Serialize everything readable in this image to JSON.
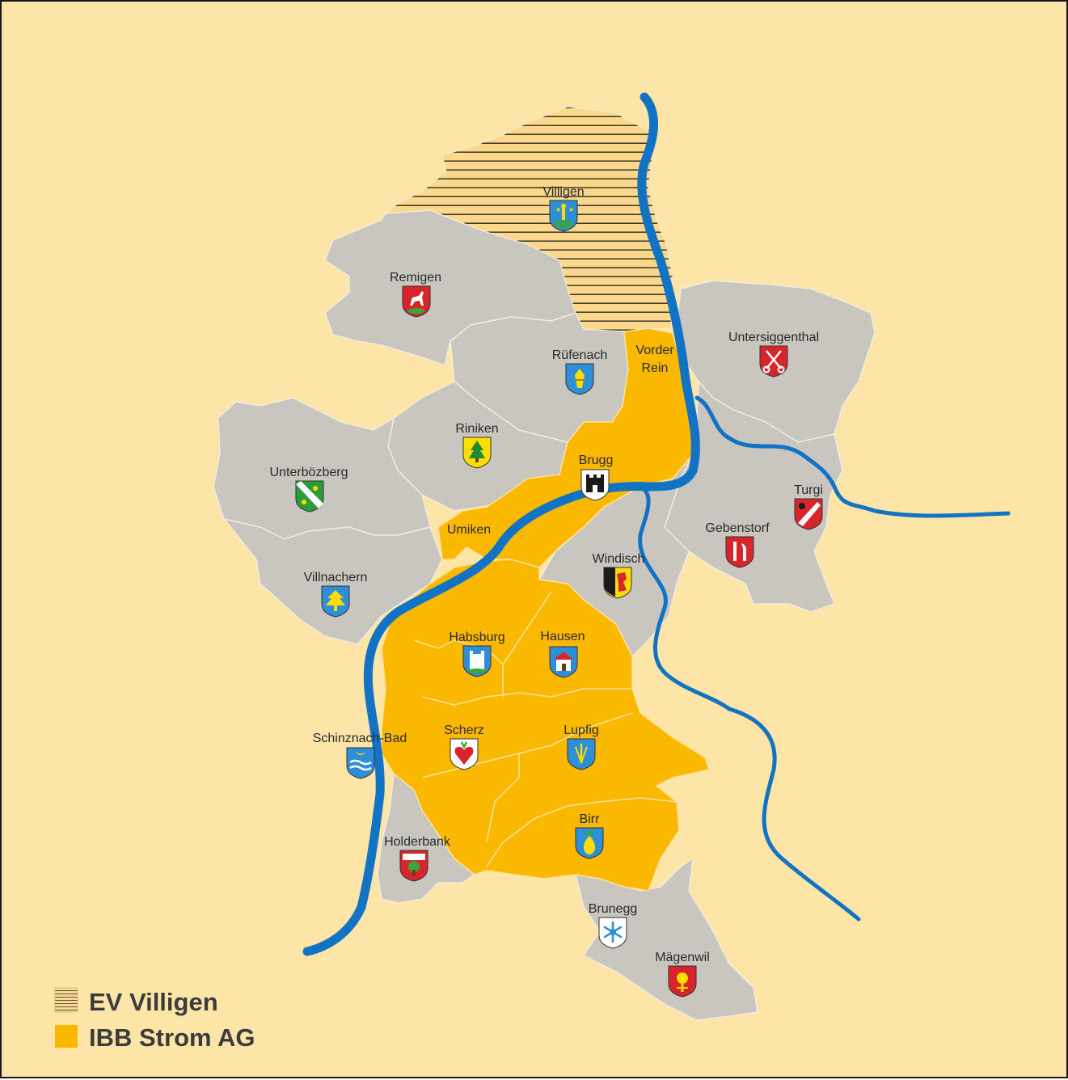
{
  "colors": {
    "background": "#fde5a8",
    "municipality_gray": "#c9c5bf",
    "ibb_orange": "#fbb800",
    "villigen_hatch": "#fcd88a",
    "river": "#1273c4"
  },
  "legend": {
    "items": [
      {
        "label": "EV Villigen",
        "swatch": "hatched"
      },
      {
        "label": "IBB Strom AG",
        "swatch": "solid-orange"
      }
    ]
  },
  "municipalities": [
    {
      "name": "Villigen",
      "supplier": "EV Villigen",
      "coat_icon": "villigen-coat-of-arms-icon"
    },
    {
      "name": "Remigen",
      "supplier": "other",
      "coat_icon": "remigen-coat-of-arms-icon"
    },
    {
      "name": "Rüfenach",
      "supplier": "other",
      "coat_icon": "ruefenach-coat-of-arms-icon"
    },
    {
      "name": "Vorder\nRein",
      "supplier": "IBB Strom AG"
    },
    {
      "name": "Untersiggenthal",
      "supplier": "other",
      "coat_icon": "untersiggenthal-coat-of-arms-icon"
    },
    {
      "name": "Riniken",
      "supplier": "other",
      "coat_icon": "riniken-coat-of-arms-icon"
    },
    {
      "name": "Unterbözberg",
      "supplier": "other",
      "coat_icon": "unterboezberg-coat-of-arms-icon"
    },
    {
      "name": "Brugg",
      "supplier": "IBB Strom AG",
      "coat_icon": "brugg-coat-of-arms-icon"
    },
    {
      "name": "Turgi",
      "supplier": "other",
      "coat_icon": "turgi-coat-of-arms-icon"
    },
    {
      "name": "Umiken",
      "supplier": "IBB Strom AG"
    },
    {
      "name": "Gebenstorf",
      "supplier": "other",
      "coat_icon": "gebenstorf-coat-of-arms-icon"
    },
    {
      "name": "Windisch",
      "supplier": "other",
      "coat_icon": "windisch-coat-of-arms-icon"
    },
    {
      "name": "Villnachern",
      "supplier": "other",
      "coat_icon": "villnachern-coat-of-arms-icon"
    },
    {
      "name": "Habsburg",
      "supplier": "IBB Strom AG",
      "coat_icon": "habsburg-coat-of-arms-icon"
    },
    {
      "name": "Hausen",
      "supplier": "IBB Strom AG",
      "coat_icon": "hausen-coat-of-arms-icon"
    },
    {
      "name": "Schinznach-Bad",
      "supplier": "other",
      "coat_icon": "schinznach-bad-coat-of-arms-icon"
    },
    {
      "name": "Scherz",
      "supplier": "IBB Strom AG",
      "coat_icon": "scherz-coat-of-arms-icon"
    },
    {
      "name": "Lupfig",
      "supplier": "IBB Strom AG",
      "coat_icon": "lupfig-coat-of-arms-icon"
    },
    {
      "name": "Birr",
      "supplier": "IBB Strom AG",
      "coat_icon": "birr-coat-of-arms-icon"
    },
    {
      "name": "Holderbank",
      "supplier": "other",
      "coat_icon": "holderbank-coat-of-arms-icon"
    },
    {
      "name": "Brunegg",
      "supplier": "other",
      "coat_icon": "brunegg-coat-of-arms-icon"
    },
    {
      "name": "Mägenwil",
      "supplier": "other",
      "coat_icon": "maegenwil-coat-of-arms-icon"
    }
  ]
}
